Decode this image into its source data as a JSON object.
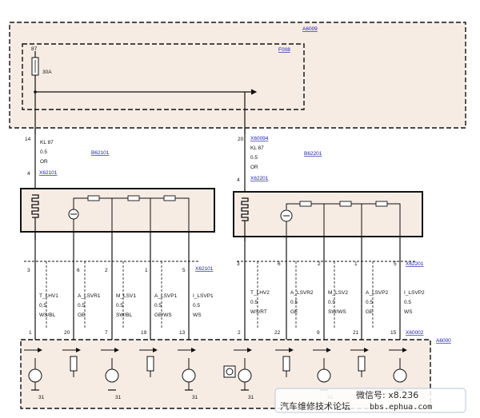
{
  "labels": {
    "a6009": "A6009",
    "f008": "F008",
    "fuse_pin": "87",
    "fuse_rating": "30A",
    "a6000": "A6000"
  },
  "left_feed": {
    "pin_top": "14",
    "signal": "KL 87",
    "size": "0.5",
    "color": "OR",
    "pin_bottom": "4",
    "connector": "X62101",
    "module": "B62101",
    "connector_below": "X62101"
  },
  "right_feed": {
    "pin_top": "20",
    "connector_top": "X60094",
    "signal": "KL 87",
    "size": "0.5",
    "color": "OR",
    "pin_bottom": "4",
    "connector": "X62201",
    "module": "B62201",
    "connector_below": "X62201"
  },
  "left_wires": [
    {
      "pin_top": "3",
      "signal": "T_LHV1",
      "size": "0.5",
      "color": "WS/BL",
      "pin_bottom": "1"
    },
    {
      "pin_top": "6",
      "signal": "A_LSVR1",
      "size": "0.5",
      "color": "GE",
      "pin_bottom": "20"
    },
    {
      "pin_top": "2",
      "signal": "M_LSV1",
      "size": "0.5",
      "color": "SW/BL",
      "pin_bottom": "7"
    },
    {
      "pin_top": "1",
      "signal": "A_LSVP1",
      "size": "0.5",
      "color": "GE/WS",
      "pin_bottom": "19"
    },
    {
      "pin_top": "5",
      "signal": "I_LSVP1",
      "size": "0.5",
      "color": "WS",
      "pin_bottom": "13"
    }
  ],
  "right_wires": [
    {
      "pin_top": "3",
      "signal": "T_LHV2",
      "size": "0.5",
      "color": "WS/RT",
      "pin_bottom": "2"
    },
    {
      "pin_top": "6",
      "signal": "A_LSVR2",
      "size": "0.5",
      "color": "GE",
      "pin_bottom": "22"
    },
    {
      "pin_top": "2",
      "signal": "M_LSV2",
      "size": "0.5",
      "color": "SW/WS",
      "pin_bottom": "9"
    },
    {
      "pin_top": "1",
      "signal": "A_LSVP2",
      "size": "0.5",
      "color": "GE",
      "pin_bottom": "21"
    },
    {
      "pin_top": "5",
      "signal": "I_LSVP2",
      "size": "0.5",
      "color": "WS",
      "pin_bottom": "15"
    }
  ],
  "bottom_connector": "X60002",
  "ground_label": "31",
  "watermark": {
    "wechat": "微信号: ",
    "forum_name": "汽车维修技术论坛",
    "url": "bbs.ephua.com",
    "partial": "x8.236"
  }
}
